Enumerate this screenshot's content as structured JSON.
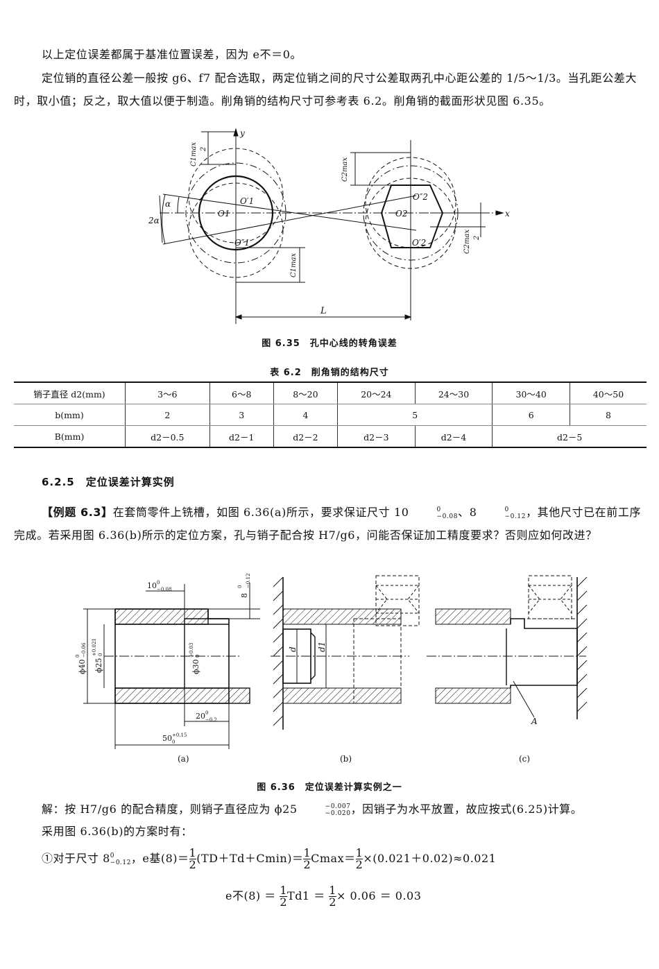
{
  "para1": "以上定位误差都属于基准位置误差，因为 e不＝0。",
  "para2": "定位销的直径公差一般按 g6、f7 配合选取，两定位销之间的尺寸公差取两孔中心距公差的 1/5～1/3。当孔距公差大时，取小值；反之，取大值以便于制造。削角销的结构尺寸可参考表 6.2。削角销的截面形状见图 6.35。",
  "fig35": {
    "labels": {
      "y": "y",
      "x": "x",
      "c1": "C1max",
      "c1b": "2",
      "c1max": "C1max",
      "c2": "C2max",
      "c2b": "2",
      "c2max2": "C2max",
      "c2max2b": "2",
      "two_alpha": "2α",
      "alpha": "α",
      "o1": "O1",
      "o1p": "O′1",
      "o1pp": "O″1",
      "o2": "O2",
      "o2p": "O′2",
      "o2pp": "O″2",
      "L": "L"
    },
    "caption": "图 6.35　孔中心线的转角误差"
  },
  "table": {
    "caption": "表 6.2　削角销的结构尺寸",
    "row1": {
      "head": "销子直径 d2(mm)",
      "c": [
        "3～6",
        "6～8",
        "8～20",
        "20～24",
        "24～30",
        "30～40",
        "40～50"
      ]
    },
    "row2": {
      "head": "b(mm)",
      "c": [
        "2",
        "3",
        "4",
        "5",
        "6",
        "8"
      ]
    },
    "row3": {
      "head": "B(mm)",
      "c": [
        "d2－0.5",
        "d2－1",
        "d2－2",
        "d2－3",
        "d2－4",
        "d2－5"
      ]
    }
  },
  "section": "6.2.5　定位误差计算实例",
  "example": {
    "label": "【例题 6.3】",
    "text1": "在套筒零件上铣槽，如图 6.36(a)所示，要求保证尺寸 10",
    "tol10": "−0.08",
    "tol10top": "0",
    "sep": "、8",
    "tol8": "−0.12",
    "tol8top": "0",
    "text2": "，其他尺寸已在前工序完成。若采用图 6.36(b)所示的定位方案，孔与销子配合按 H7/g6，问能否保证加工精度要求？否则应如何改进？"
  },
  "fig36": {
    "dim10": "10",
    "dim10t": "0",
    "dim10b": "−0.08",
    "dim8": "8",
    "dim8t": "0",
    "dim8b": "−0.12",
    "phi40": "ϕ40",
    "phi40t": "0",
    "phi40b": "−0.06",
    "phi25": "ϕ25",
    "phi25t": "+0.021",
    "phi25b": "0",
    "phi30": "ϕ30",
    "phi30t": "+0.03",
    "phi30b": "0",
    "dim20": "20",
    "dim20t": "0",
    "dim20b": "−0.2",
    "dim50": "50",
    "dim50t": "+0.15",
    "dim50b": "0",
    "d": "d",
    "d1": "d1",
    "A": "A",
    "sub_a": "(a)",
    "sub_b": "(b)",
    "sub_c": "(c)",
    "caption": "图 6.36　定位误差计算实例之一"
  },
  "solution": {
    "line1a": "解：按 H7/g6 的配合精度，则销子直径应为 ϕ25",
    "line1t": "−0.007",
    "line1b": "−0.020",
    "line1c": "，因销子为水平放置，故应按式(6.25)计算。",
    "line2": "采用图 6.36(b)的方案时有：",
    "eq1a": "①对于尺寸 8",
    "eq1t": "0",
    "eq1b": "−0.12",
    "eq1c": "，e基(8)＝",
    "eq1d": "(TD＋Td＋Cmin)＝",
    "eq1e": "Cmax＝",
    "eq1f": "×(0.021＋0.02)≈0.021",
    "eq2a": "e不(8) ＝",
    "eq2b": "Td1 ＝",
    "eq2c": "× 0.06 ＝ 0.03",
    "half": "1",
    "halfden": "2"
  }
}
